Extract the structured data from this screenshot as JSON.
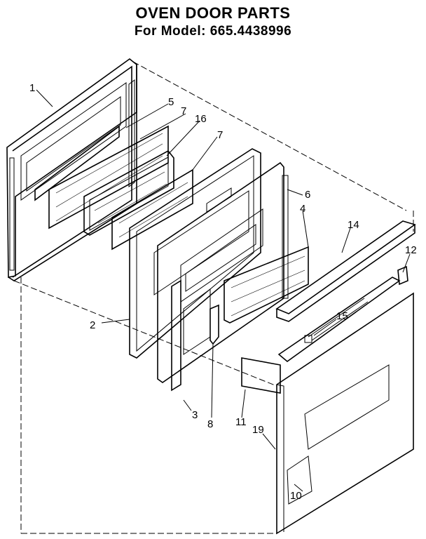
{
  "header": {
    "title": "OVEN DOOR PARTS",
    "subtitle": "For Model: 665.4438996"
  },
  "callouts": [
    {
      "id": "c1",
      "label": "1"
    },
    {
      "id": "c2",
      "label": "2"
    },
    {
      "id": "c3",
      "label": "3"
    },
    {
      "id": "c4",
      "label": "4"
    },
    {
      "id": "c5",
      "label": "5"
    },
    {
      "id": "c6",
      "label": "6"
    },
    {
      "id": "c7a",
      "label": "7"
    },
    {
      "id": "c7b",
      "label": "7"
    },
    {
      "id": "c8",
      "label": "8"
    },
    {
      "id": "c10",
      "label": "10"
    },
    {
      "id": "c11",
      "label": "11"
    },
    {
      "id": "c12",
      "label": "12"
    },
    {
      "id": "c14",
      "label": "14"
    },
    {
      "id": "c15",
      "label": "15"
    },
    {
      "id": "c16",
      "label": "16"
    },
    {
      "id": "c19",
      "label": "19"
    }
  ]
}
